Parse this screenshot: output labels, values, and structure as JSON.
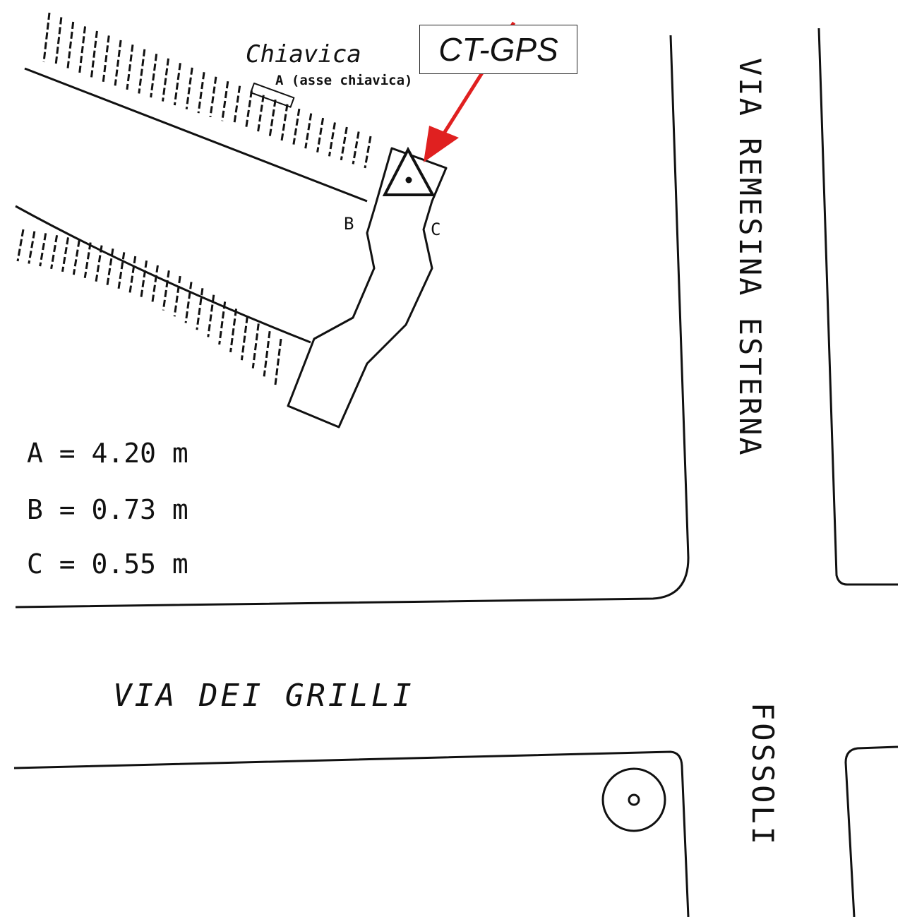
{
  "labels": {
    "chiavica": "Chiavica",
    "axis": "A (asse chiavica)",
    "point_b": "B",
    "point_c": "C",
    "gps": "CT-GPS"
  },
  "streets": {
    "remesina": "VIA REMESINA ESTERNA",
    "grilli": "VIA DEI GRILLI",
    "fossoli": "FOSSOLI"
  },
  "measurements": [
    {
      "label": "A = 4.20 m"
    },
    {
      "label": "B = 0.73 m"
    },
    {
      "label": "C = 0.55 m"
    }
  ],
  "colors": {
    "arrow": "#e02020",
    "line": "#111111"
  }
}
